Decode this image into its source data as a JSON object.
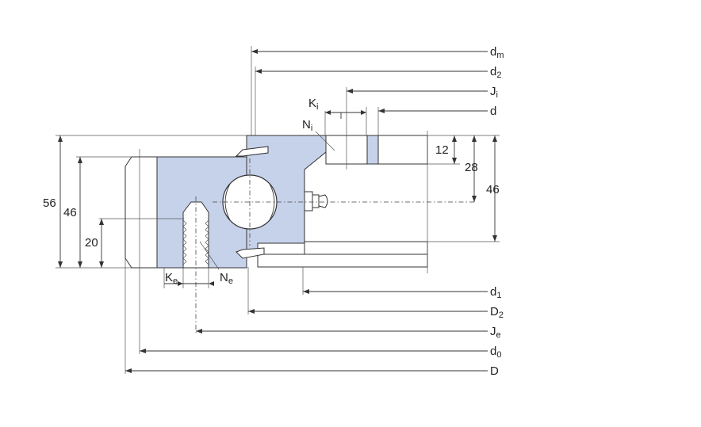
{
  "diagram": {
    "right_labels": [
      {
        "id": "dm",
        "base": "d",
        "sub": "m"
      },
      {
        "id": "d2",
        "base": "d",
        "sub": "2"
      },
      {
        "id": "Ji",
        "base": "J",
        "sub": "i"
      },
      {
        "id": "d",
        "base": "d",
        "sub": ""
      },
      {
        "id": "d1",
        "base": "d",
        "sub": "1"
      },
      {
        "id": "D2",
        "base": "D",
        "sub": "2"
      },
      {
        "id": "Je",
        "base": "J",
        "sub": "e"
      },
      {
        "id": "d0",
        "base": "d",
        "sub": "0"
      },
      {
        "id": "D",
        "base": "D",
        "sub": ""
      }
    ],
    "callouts": {
      "Ki": {
        "base": "K",
        "sub": "i"
      },
      "Ni": {
        "base": "N",
        "sub": "i"
      },
      "Ke": {
        "base": "K",
        "sub": "e"
      },
      "Ne": {
        "base": "N",
        "sub": "e"
      }
    },
    "left_dims": {
      "height_total": "56",
      "height_outer": "46",
      "hole_height": "20"
    },
    "right_dims": {
      "top_small": "12",
      "mid": "28",
      "height_inner": "46"
    },
    "colors": {
      "part_fill": "#c6d2ea",
      "line": "#333333"
    }
  }
}
